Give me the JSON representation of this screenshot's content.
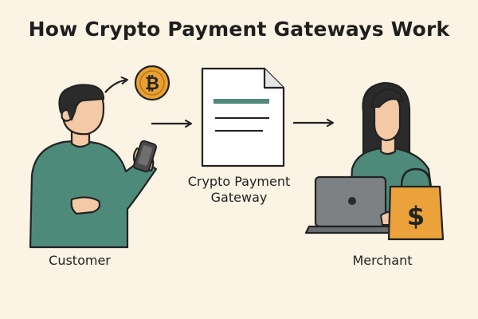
{
  "title": "How Crypto Payment Gateways Work",
  "customer": {
    "label": "Customer"
  },
  "gateway": {
    "label_line1": "Crypto Payment",
    "label_line2": "Gateway"
  },
  "merchant": {
    "label": "Merchant"
  },
  "coin_symbol": "₿",
  "bag_symbol": "$",
  "icons": [
    "bitcoin-coin-icon",
    "document-icon",
    "laptop-icon",
    "shopping-bag-icon",
    "smartphone-icon"
  ],
  "colors": {
    "background": "#FBF3E3",
    "shirt": "#4E8A79",
    "skin": "#F4C9A6",
    "hair": "#2B2B2B",
    "coin": "#E8A131",
    "bag": "#EBA23A",
    "laptop": "#7E8183",
    "ink": "#222222"
  }
}
